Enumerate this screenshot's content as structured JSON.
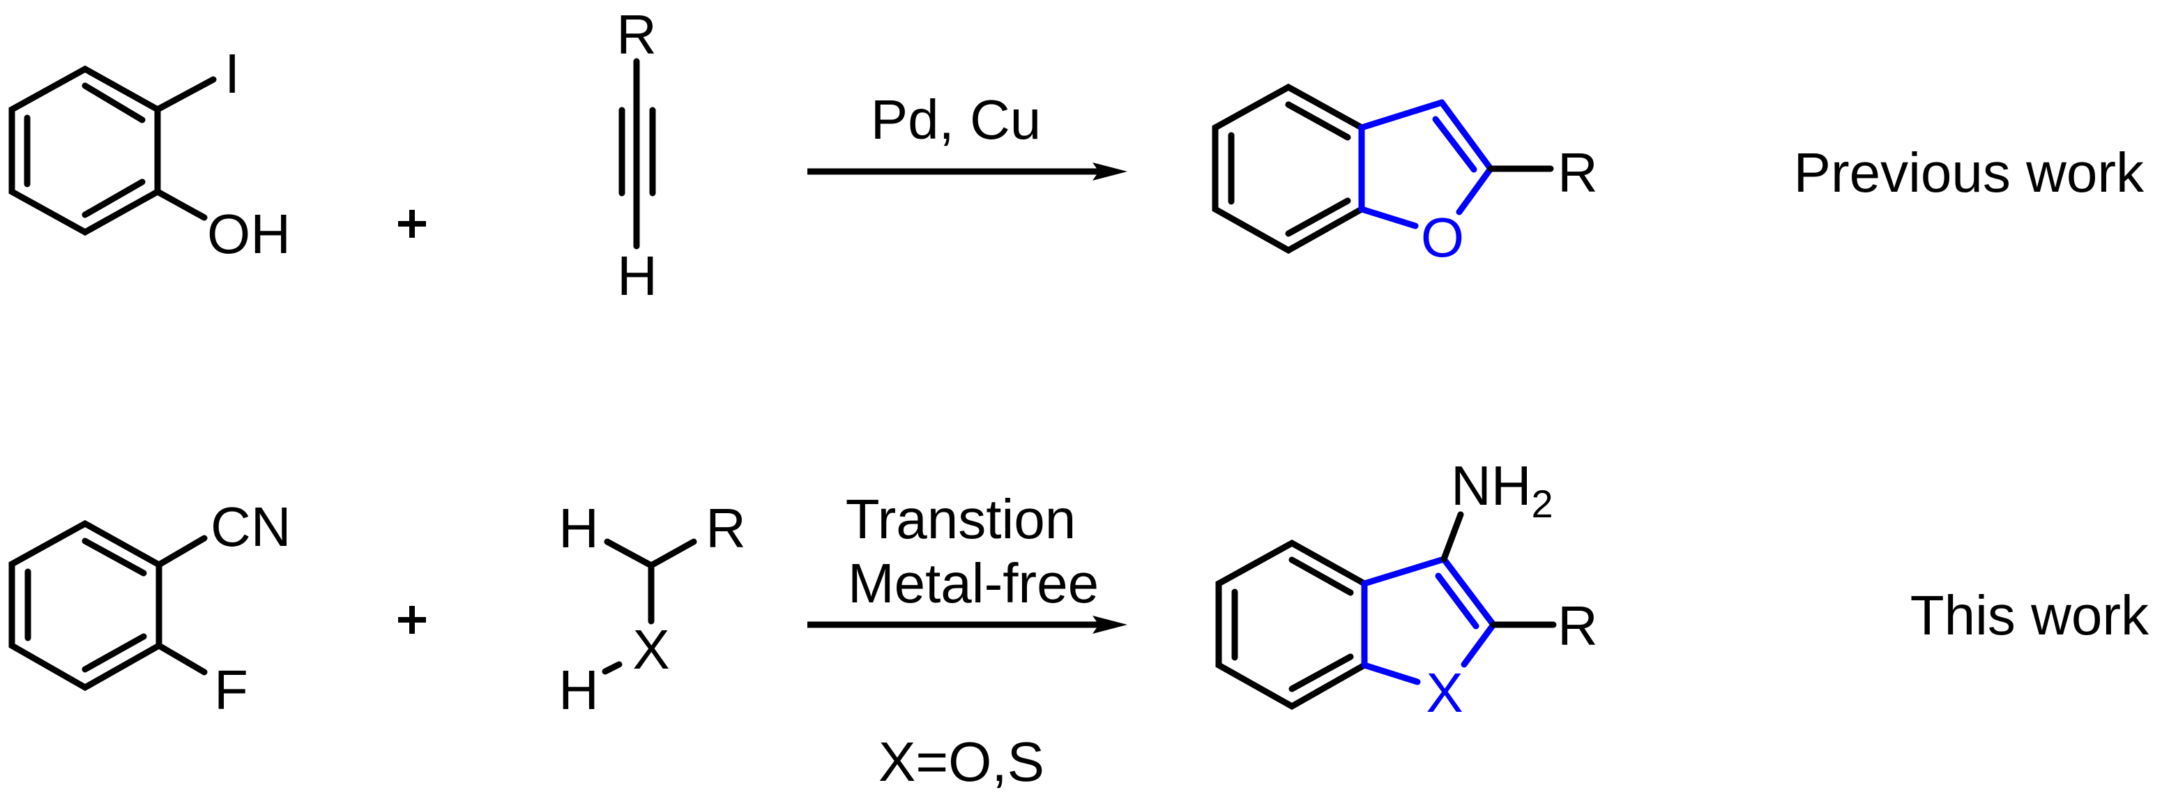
{
  "figure": {
    "type": "reaction-scheme",
    "colors": {
      "bond": "#000000",
      "highlight": "#0000ff",
      "background": "#ffffff"
    }
  },
  "rows": [
    {
      "label": "Previous work",
      "reactant1": {
        "name": "2-iodophenol",
        "substituents": {
          "top": "I",
          "bottom": "OH"
        }
      },
      "plus": "+",
      "reactant2": {
        "name": "terminal alkyne",
        "top": "R",
        "bottom": "H"
      },
      "conditions": [
        "Pd, Cu"
      ],
      "product": {
        "name": "2-substituted benzofuran",
        "heteroatom": "O",
        "substituent": "R"
      }
    },
    {
      "label": "This work",
      "reactant1": {
        "name": "2-fluorobenzonitrile",
        "substituents": {
          "top": "CN",
          "bottom": "F"
        }
      },
      "plus": "+",
      "reactant2": {
        "name": "alcohol/thiol",
        "top_left": "H",
        "top_right": "R",
        "center": "X",
        "bottom_left": "H"
      },
      "conditions": [
        "Transtion",
        "Metal-free"
      ],
      "note": "X=O,S",
      "product": {
        "name": "3-amino benzofuran/benzothiophene",
        "heteroatom": "X",
        "substituent": "R",
        "amine_main": "NH",
        "amine_sub": "2"
      }
    }
  ]
}
